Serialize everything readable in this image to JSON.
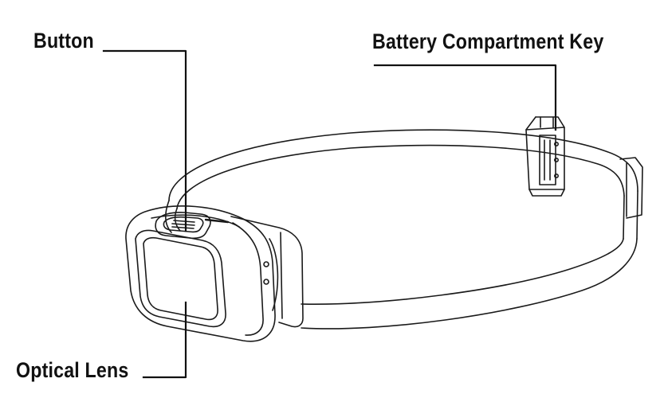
{
  "callouts": {
    "button": "Button",
    "battery_compartment_key": "Battery Compartment Key",
    "optical_lens": "Optical Lens"
  },
  "colors": {
    "ink": "#111111",
    "background": "#ffffff"
  }
}
